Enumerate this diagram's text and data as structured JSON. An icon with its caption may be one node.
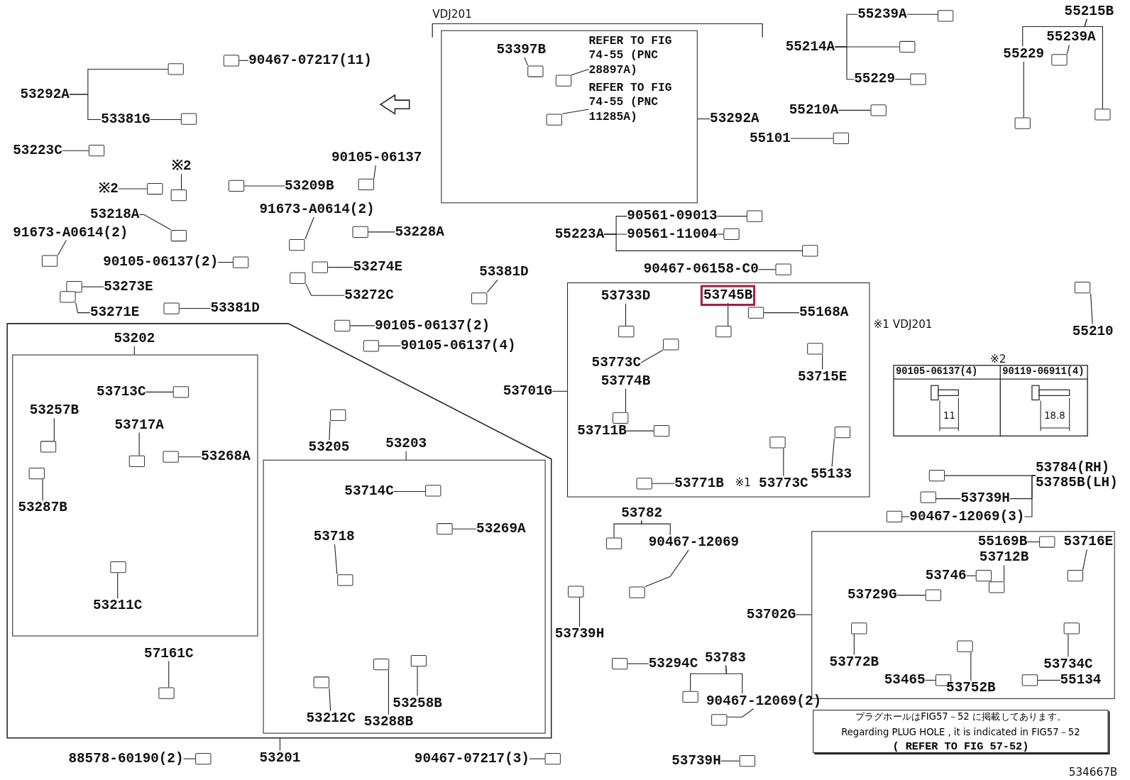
{
  "diagram": {
    "nodes": [
      {
        "text": [
          "90467-07217(11)"
        ]
      },
      {
        "text": [
          "53292A"
        ]
      },
      {
        "text": [
          "53381G"
        ]
      },
      {
        "text": [],
        "shape": "box"
      },
      {
        "text": [
          "53397B"
        ],
        "in": 3
      },
      {
        "text": [
          "REFER TO FIG 74-55 (PNC 28897A)"
        ],
        "in": 3
      },
      {
        "text": [
          "REFER TO FIG 74-55 (PNC 11285A)"
        ],
        "in": 3
      },
      {
        "text": [
          "53292A"
        ]
      },
      {
        "text": [
          "53223C"
        ]
      },
      {
        "text": [
          "※2"
        ]
      },
      {
        "text": [
          "※2"
        ]
      },
      {
        "text": [
          "53209B"
        ]
      },
      {
        "text": [
          "90105-06137"
        ]
      },
      {
        "text": [
          "53218A"
        ]
      },
      {
        "text": [
          "91673-A0614(2)"
        ]
      },
      {
        "text": [
          "53228A"
        ]
      },
      {
        "text": [
          "91673-A0614(2)"
        ]
      },
      {
        "text": [
          "90105-06137(2)"
        ]
      },
      {
        "text": [
          "53274E"
        ]
      },
      {
        "text": [
          "53273E"
        ]
      },
      {
        "text": [
          "53272C"
        ]
      },
      {
        "text": [
          "53381D"
        ]
      },
      {
        "text": [
          "53271E"
        ]
      },
      {
        "text": [
          "53381D"
        ]
      },
      {
        "text": [
          "90105-06137(2)"
        ]
      },
      {
        "text": [
          "90105-06137(4)"
        ]
      },
      {
        "text": [],
        "shape": "box"
      },
      {
        "text": [
          "53201"
        ]
      },
      {
        "text": [],
        "shape": "box",
        "in": 26
      },
      {
        "text": [
          "53202"
        ],
        "in": 26
      },
      {
        "text": [
          "53713C"
        ],
        "in": 28
      },
      {
        "text": [
          "53257B"
        ],
        "in": 28
      },
      {
        "text": [
          "53717A"
        ],
        "in": 28
      },
      {
        "text": [
          "53268A"
        ],
        "in": 28
      },
      {
        "text": [
          "53287B"
        ],
        "in": 28
      },
      {
        "text": [
          "53211C"
        ],
        "in": 28
      },
      {
        "text": [
          "53205"
        ],
        "in": 26
      },
      {
        "text": [],
        "shape": "box",
        "in": 26
      },
      {
        "text": [
          "53203"
        ],
        "in": 26
      },
      {
        "text": [
          "53714C"
        ],
        "in": 37
      },
      {
        "text": [
          "53718"
        ],
        "in": 37
      },
      {
        "text": [
          "53269A"
        ],
        "in": 37
      },
      {
        "text": [
          "53212C"
        ],
        "in": 37
      },
      {
        "text": [
          "53288B"
        ],
        "in": 37
      },
      {
        "text": [
          "53258B"
        ],
        "in": 37
      },
      {
        "text": [
          "57161C"
        ],
        "in": 26
      },
      {
        "text": [
          "88578-60190(2)"
        ]
      },
      {
        "text": [
          "55239A"
        ]
      },
      {
        "text": [
          "55214A"
        ]
      },
      {
        "text": [
          "55229"
        ]
      },
      {
        "text": [
          "55215B"
        ]
      },
      {
        "text": [
          "55239A"
        ]
      },
      {
        "text": [
          "55229"
        ]
      },
      {
        "text": [
          "55210A"
        ]
      },
      {
        "text": [
          "55101"
        ]
      },
      {
        "text": [
          "90561-09013"
        ]
      },
      {
        "text": [
          "90561-11004"
        ]
      },
      {
        "text": [
          "55223A"
        ]
      },
      {
        "text": [
          "90467-06158-C0"
        ]
      },
      {
        "text": [
          "55210"
        ]
      },
      {
        "text": [],
        "shape": "box"
      },
      {
        "text": [
          "53701G"
        ]
      },
      {
        "text": [
          "53733D"
        ],
        "in": 60
      },
      {
        "text": [
          "53745B"
        ],
        "in": 60
      },
      {
        "text": [
          "55168A"
        ],
        "in": 60
      },
      {
        "text": [
          "53773C"
        ],
        "in": 60
      },
      {
        "text": [
          "53715E"
        ],
        "in": 60
      },
      {
        "text": [
          "53774B"
        ],
        "in": 60
      },
      {
        "text": [
          "53711B"
        ],
        "in": 60
      },
      {
        "text": [
          "53771B"
        ],
        "in": 60
      },
      {
        "text": [
          "53773C"
        ],
        "in": 60
      },
      {
        "text": [
          "55133"
        ],
        "in": 60
      },
      {
        "text": [
          "53784(RH)",
          "53785B(LH)"
        ]
      },
      {
        "text": [
          "53739H"
        ]
      },
      {
        "text": [
          "90467-12069(3)"
        ]
      },
      {
        "text": [
          "53782"
        ]
      },
      {
        "text": [
          "90467-12069"
        ]
      },
      {
        "text": [
          "53739H"
        ]
      },
      {
        "text": [],
        "shape": "box"
      },
      {
        "text": [
          "53702G"
        ]
      },
      {
        "text": [
          "55169B"
        ],
        "in": 78
      },
      {
        "text": [
          "53716E"
        ],
        "in": 78
      },
      {
        "text": [
          "53712B"
        ],
        "in": 78
      },
      {
        "text": [
          "53746"
        ],
        "in": 78
      },
      {
        "text": [
          "53729G"
        ],
        "in": 78
      },
      {
        "text": [
          "53772B"
        ],
        "in": 78
      },
      {
        "text": [
          "53734C"
        ],
        "in": 78
      },
      {
        "text": [
          "53465"
        ],
        "in": 78
      },
      {
        "text": [
          "53752B"
        ],
        "in": 78
      },
      {
        "text": [
          "55134"
        ],
        "in": 78
      },
      {
        "text": [
          "53294C"
        ]
      },
      {
        "text": [
          "53783"
        ]
      },
      {
        "text": [
          "90467-12069(2)"
        ]
      },
      {
        "text": [
          "90467-07217(3)"
        ]
      },
      {
        "text": [
          "53739H"
        ]
      },
      {
        "text": [
          "プラグホールはFIG57－52 に掲載してあります。",
          "Regarding PLUG HOLE , it is indicated in FIG57－52",
          "( REFER TO FIG 57-52)"
        ]
      },
      {
        "text": [],
        "shape": "box"
      },
      {
        "text": [],
        "shape": "box"
      },
      {
        "text": [],
        "shape": "box"
      },
      {
        "text": [],
        "shape": "box",
        "in": 3
      },
      {
        "text": [],
        "shape": "box",
        "in": 3
      },
      {
        "text": [],
        "shape": "box",
        "in": 3
      },
      {
        "text": [],
        "shape": "box"
      },
      {
        "text": [],
        "shape": "box"
      },
      {
        "text": [],
        "shape": "box"
      },
      {
        "text": [],
        "shape": "box"
      },
      {
        "text": [],
        "shape": "box"
      },
      {
        "text": [],
        "shape": "box"
      },
      {
        "text": [],
        "shape": "box"
      },
      {
        "text": [],
        "shape": "box"
      },
      {
        "text": [],
        "shape": "box"
      },
      {
        "text": [],
        "shape": "box"
      },
      {
        "text": [],
        "shape": "box"
      },
      {
        "text": [],
        "shape": "box"
      },
      {
        "text": [],
        "shape": "box"
      },
      {
        "text": [],
        "shape": "box"
      },
      {
        "text": [],
        "shape": "box"
      },
      {
        "text": [],
        "shape": "box"
      },
      {
        "text": [],
        "shape": "box"
      },
      {
        "text": [],
        "shape": "box"
      },
      {
        "text": [],
        "shape": "box",
        "in": 28
      },
      {
        "text": [],
        "shape": "box",
        "in": 28
      },
      {
        "text": [],
        "shape": "box",
        "in": 28
      },
      {
        "text": [],
        "shape": "box",
        "in": 28
      },
      {
        "text": [],
        "shape": "box",
        "in": 28
      },
      {
        "text": [],
        "shape": "box",
        "in": 28
      },
      {
        "text": [],
        "shape": "box",
        "in": 26
      },
      {
        "text": [],
        "shape": "box",
        "in": 37
      },
      {
        "text": [],
        "shape": "box",
        "in": 37
      },
      {
        "text": [],
        "shape": "box",
        "in": 37
      },
      {
        "text": [],
        "shape": "box",
        "in": 37
      },
      {
        "text": [],
        "shape": "box",
        "in": 37
      },
      {
        "text": [],
        "shape": "box",
        "in": 37
      },
      {
        "text": [],
        "shape": "box",
        "in": 26
      },
      {
        "text": [],
        "shape": "box"
      },
      {
        "text": [],
        "shape": "box"
      },
      {
        "text": [],
        "shape": "box"
      },
      {
        "text": [],
        "shape": "box"
      },
      {
        "text": [],
        "shape": "box"
      },
      {
        "text": [],
        "shape": "box"
      },
      {
        "text": [],
        "shape": "box"
      },
      {
        "text": [],
        "shape": "box"
      },
      {
        "text": [],
        "shape": "box"
      },
      {
        "text": [],
        "shape": "box"
      },
      {
        "text": [],
        "shape": "box"
      },
      {
        "text": [],
        "shape": "box"
      },
      {
        "text": [],
        "shape": "box"
      },
      {
        "text": [],
        "shape": "box"
      },
      {
        "text": [],
        "shape": "box",
        "in": 60
      },
      {
        "text": [],
        "shape": "box",
        "in": 60
      },
      {
        "text": [],
        "shape": "box",
        "in": 60
      },
      {
        "text": [],
        "shape": "box",
        "in": 60
      },
      {
        "text": [],
        "shape": "box",
        "in": 60
      },
      {
        "text": [],
        "shape": "box",
        "in": 60
      },
      {
        "text": [],
        "shape": "box",
        "in": 60
      },
      {
        "text": [],
        "shape": "box",
        "in": 60
      },
      {
        "text": [],
        "shape": "box",
        "in": 60
      },
      {
        "text": [],
        "shape": "box",
        "in": 60
      },
      {
        "text": [],
        "shape": "box"
      },
      {
        "text": [],
        "shape": "box"
      },
      {
        "text": [],
        "shape": "box"
      },
      {
        "text": [],
        "shape": "box"
      },
      {
        "text": [],
        "shape": "box"
      },
      {
        "text": [],
        "shape": "box"
      },
      {
        "text": [],
        "shape": "box",
        "in": 78
      },
      {
        "text": [],
        "shape": "box",
        "in": 78
      },
      {
        "text": [],
        "shape": "box",
        "in": 78
      },
      {
        "text": [],
        "shape": "box",
        "in": 78
      },
      {
        "text": [],
        "shape": "box",
        "in": 78
      },
      {
        "text": [],
        "shape": "box",
        "in": 78
      },
      {
        "text": [],
        "shape": "box",
        "in": 78
      },
      {
        "text": [],
        "shape": "box",
        "in": 78
      },
      {
        "text": [],
        "shape": "box",
        "in": 78
      },
      {
        "text": [],
        "shape": "box",
        "in": 78
      },
      {
        "text": [],
        "shape": "box"
      },
      {
        "text": [],
        "shape": "box"
      },
      {
        "text": [],
        "shape": "box"
      },
      {
        "text": [],
        "shape": "box"
      },
      {
        "text": [],
        "shape": "box"
      }
    ],
    "edges": [
      {
        "from": 0,
        "to": 96,
        "arrow": "none"
      },
      {
        "from": 1,
        "to": 97,
        "arrow": "none"
      },
      {
        "from": 1,
        "to": 2,
        "arrow": "none"
      },
      {
        "from": 2,
        "to": 98,
        "arrow": "none"
      },
      {
        "from": 4,
        "to": 99,
        "arrow": "none"
      },
      {
        "from": 5,
        "to": 100,
        "arrow": "none"
      },
      {
        "from": 6,
        "to": 101,
        "arrow": "none"
      },
      {
        "from": 7,
        "to": 3,
        "arrow": "none"
      },
      {
        "from": 8,
        "to": 102,
        "arrow": "none"
      },
      {
        "from": 9,
        "to": 103,
        "arrow": "none"
      },
      {
        "from": 10,
        "to": 104,
        "arrow": "none"
      },
      {
        "from": 11,
        "to": 105,
        "arrow": "none"
      },
      {
        "from": 12,
        "to": 106,
        "arrow": "none"
      },
      {
        "from": 13,
        "to": 107,
        "arrow": "none"
      },
      {
        "from": 14,
        "to": 108,
        "arrow": "none"
      },
      {
        "from": 15,
        "to": 109,
        "arrow": "none"
      },
      {
        "from": 16,
        "to": 110,
        "arrow": "none"
      },
      {
        "from": 17,
        "to": 111,
        "arrow": "none"
      },
      {
        "from": 18,
        "to": 112,
        "arrow": "none"
      },
      {
        "from": 19,
        "to": 113,
        "arrow": "none"
      },
      {
        "from": 20,
        "to": 114,
        "arrow": "none"
      },
      {
        "from": 21,
        "to": 115,
        "arrow": "none"
      },
      {
        "from": 22,
        "to": 116,
        "arrow": "none"
      },
      {
        "from": 23,
        "to": 117,
        "arrow": "none"
      },
      {
        "from": 24,
        "to": 118,
        "arrow": "none"
      },
      {
        "from": 25,
        "to": 119,
        "arrow": "none"
      },
      {
        "from": 27,
        "to": 26,
        "arrow": "none"
      },
      {
        "from": 29,
        "to": 28,
        "arrow": "none"
      },
      {
        "from": 30,
        "to": 120,
        "arrow": "none"
      },
      {
        "from": 31,
        "to": 121,
        "arrow": "none"
      },
      {
        "from": 32,
        "to": 122,
        "arrow": "none"
      },
      {
        "from": 33,
        "to": 123,
        "arrow": "none"
      },
      {
        "from": 34,
        "to": 124,
        "arrow": "none"
      },
      {
        "from": 35,
        "to": 125,
        "arrow": "none"
      },
      {
        "from": 36,
        "to": 126,
        "arrow": "none"
      },
      {
        "from": 38,
        "to": 37,
        "arrow": "none"
      },
      {
        "from": 39,
        "to": 127,
        "arrow": "none"
      },
      {
        "from": 40,
        "to": 128,
        "arrow": "none"
      },
      {
        "from": 41,
        "to": 129,
        "arrow": "none"
      },
      {
        "from": 42,
        "to": 130,
        "arrow": "none"
      },
      {
        "from": 43,
        "to": 131,
        "arrow": "none"
      },
      {
        "from": 44,
        "to": 132,
        "arrow": "none"
      },
      {
        "from": 45,
        "to": 133,
        "arrow": "none"
      },
      {
        "from": 46,
        "to": 134,
        "arrow": "none"
      },
      {
        "from": 47,
        "to": 135,
        "arrow": "none"
      },
      {
        "from": 48,
        "to": 136,
        "arrow": "none"
      },
      {
        "from": 48,
        "to": 47,
        "arrow": "none"
      },
      {
        "from": 48,
        "to": 49,
        "arrow": "none"
      },
      {
        "from": 49,
        "to": 137,
        "arrow": "none"
      },
      {
        "from": 50,
        "to": 138,
        "arrow": "none"
      },
      {
        "from": 50,
        "to": 52,
        "arrow": "none"
      },
      {
        "from": 51,
        "to": 139,
        "arrow": "none"
      },
      {
        "from": 52,
        "to": 140,
        "arrow": "none"
      },
      {
        "from": 53,
        "to": 141,
        "arrow": "none"
      },
      {
        "from": 54,
        "to": 142,
        "arrow": "none"
      },
      {
        "from": 55,
        "to": 143,
        "arrow": "none"
      },
      {
        "from": 56,
        "to": 144,
        "arrow": "none"
      },
      {
        "from": 57,
        "to": 55,
        "arrow": "none"
      },
      {
        "from": 57,
        "to": 56,
        "arrow": "none"
      },
      {
        "from": 57,
        "to": 145,
        "arrow": "none"
      },
      {
        "from": 58,
        "to": 146,
        "arrow": "none"
      },
      {
        "from": 59,
        "to": 147,
        "arrow": "none"
      },
      {
        "from": 61,
        "to": 60,
        "arrow": "none"
      },
      {
        "from": 62,
        "to": 148,
        "arrow": "none"
      },
      {
        "from": 63,
        "to": 149,
        "arrow": "none"
      },
      {
        "from": 64,
        "to": 150,
        "arrow": "none"
      },
      {
        "from": 65,
        "to": 151,
        "arrow": "none"
      },
      {
        "from": 66,
        "to": 152,
        "arrow": "none"
      },
      {
        "from": 67,
        "to": 153,
        "arrow": "none"
      },
      {
        "from": 68,
        "to": 154,
        "arrow": "none"
      },
      {
        "from": 69,
        "to": 155,
        "arrow": "none"
      },
      {
        "from": 70,
        "to": 156,
        "arrow": "none"
      },
      {
        "from": 71,
        "to": 157,
        "arrow": "none"
      },
      {
        "from": 72,
        "to": 158,
        "arrow": "none"
      },
      {
        "from": 72,
        "to": 73,
        "arrow": "none"
      },
      {
        "from": 72,
        "to": 74,
        "arrow": "none"
      },
      {
        "from": 73,
        "to": 159,
        "arrow": "none"
      },
      {
        "from": 74,
        "to": 160,
        "arrow": "none"
      },
      {
        "from": 75,
        "to": 161,
        "arrow": "none"
      },
      {
        "from": 75,
        "to": 76,
        "arrow": "none"
      },
      {
        "from": 76,
        "to": 162,
        "arrow": "none"
      },
      {
        "from": 77,
        "to": 163,
        "arrow": "none"
      },
      {
        "from": 79,
        "to": 78,
        "arrow": "none"
      },
      {
        "from": 80,
        "to": 164,
        "arrow": "none"
      },
      {
        "from": 81,
        "to": 165,
        "arrow": "none"
      },
      {
        "from": 82,
        "to": 166,
        "arrow": "none"
      },
      {
        "from": 83,
        "to": 167,
        "arrow": "none"
      },
      {
        "from": 84,
        "to": 168,
        "arrow": "none"
      },
      {
        "from": 85,
        "to": 169,
        "arrow": "none"
      },
      {
        "from": 86,
        "to": 170,
        "arrow": "none"
      },
      {
        "from": 87,
        "to": 171,
        "arrow": "none"
      },
      {
        "from": 88,
        "to": 172,
        "arrow": "none"
      },
      {
        "from": 89,
        "to": 173,
        "arrow": "none"
      },
      {
        "from": 90,
        "to": 174,
        "arrow": "none"
      },
      {
        "from": 91,
        "to": 175,
        "arrow": "none"
      },
      {
        "from": 91,
        "to": 92,
        "arrow": "none"
      },
      {
        "from": 92,
        "to": 176,
        "arrow": "none"
      },
      {
        "from": 93,
        "to": 177,
        "arrow": "none"
      },
      {
        "from": 94,
        "to": 178,
        "arrow": "none"
      }
    ],
    "labels": [
      "VDJ201",
      "※1",
      "※1 VDJ201",
      "※2",
      "90105-06137(4)",
      "90119-06911(4)",
      "11",
      "18.8",
      "534667B"
    ]
  }
}
